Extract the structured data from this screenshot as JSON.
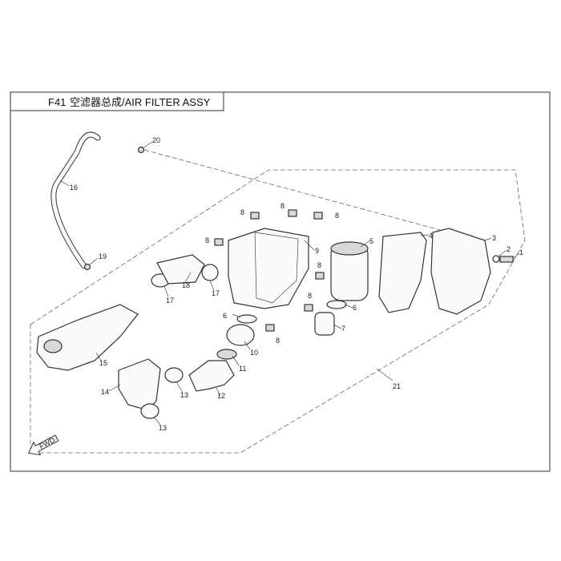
{
  "title": {
    "code": "F41",
    "name": "空滤器总成/AIR FILTER ASSY"
  },
  "fwd_label": "FWD",
  "callouts": {
    "c1": "1",
    "c2": "2",
    "c3": "3",
    "c4": "4",
    "c5": "5",
    "c6a": "6",
    "c6b": "6",
    "c7": "7",
    "c8a": "8",
    "c8b": "8",
    "c8c": "8",
    "c8d": "8",
    "c8e": "8",
    "c8f": "8",
    "c8g": "8",
    "c9": "9",
    "c10": "10",
    "c11": "11",
    "c12": "12",
    "c13a": "13",
    "c13b": "13",
    "c14": "14",
    "c15": "15",
    "c16": "16",
    "c17a": "17",
    "c17b": "17",
    "c18": "18",
    "c19": "19",
    "c20": "20",
    "c21": "21"
  }
}
